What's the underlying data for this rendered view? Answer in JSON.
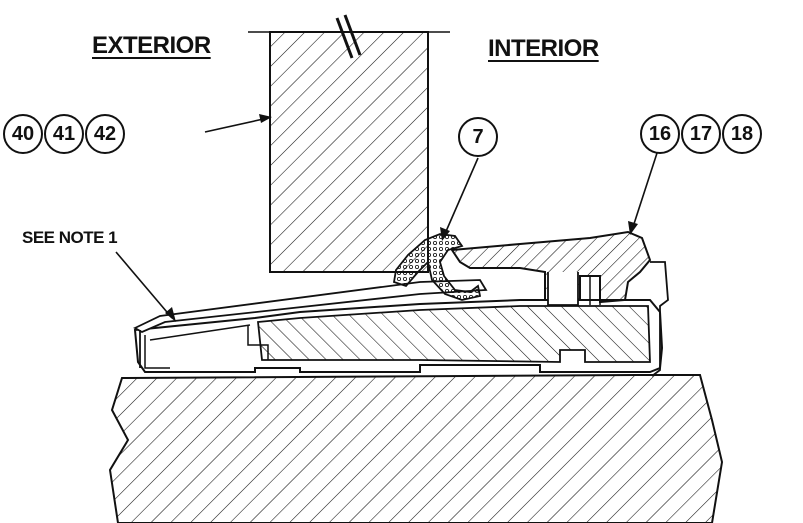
{
  "labels": {
    "exterior": "EXTERIOR",
    "interior": "INTERIOR",
    "note": "SEE NOTE 1"
  },
  "callouts": {
    "group_left": [
      "40",
      "41",
      "42"
    ],
    "seal": "7",
    "group_right": [
      "16",
      "17",
      "18"
    ]
  },
  "colors": {
    "ink": "#111111",
    "background": "#ffffff"
  }
}
